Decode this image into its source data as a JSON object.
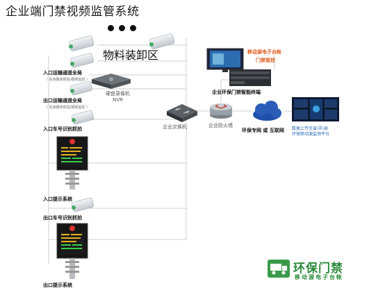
{
  "title": "企业端门禁视频监管系统",
  "area_label": "物料装卸区",
  "nodes": {
    "entry_lane_cam": {
      "label": "入口运输通道全局",
      "sub": "（ 车身整体抓拍/视频监控 ）"
    },
    "exit_lane_cam": {
      "label": "出口运输通道全局",
      "sub": "（ 车身整体抓拍/视频监控 ）"
    },
    "nvr": {
      "label": "硬盘录像机",
      "sub": "NVR"
    },
    "entry_plate_cam": {
      "label": "入口车号识别抓拍"
    },
    "exit_plate_cam": {
      "label": "出口车号识别抓拍"
    },
    "entry_display": {
      "label": "入口提示系统"
    },
    "exit_display": {
      "label": "出口提示系统"
    },
    "switch": {
      "label": "企业交换机"
    },
    "firewall": {
      "label": "企业防火墙"
    },
    "terminal": {
      "label": "企业环保门禁智能终端"
    },
    "network": {
      "label": "环保专网 或 互联网"
    },
    "platform": {
      "line1": "数据上传至省\\市\\县",
      "line2": "环保移动源监测平台"
    },
    "ledger": {
      "line1": "移动源电子台帐",
      "line2": "门禁管控"
    }
  },
  "brand": {
    "name": "环保门禁",
    "tagline": "移动源电子台帐"
  },
  "colors": {
    "accent": "#2a8a3a",
    "brand_green": "#3a9a4a",
    "warning": "#e05a1a",
    "cloud": "#1f4fa8",
    "line": "#c8c8c8"
  }
}
